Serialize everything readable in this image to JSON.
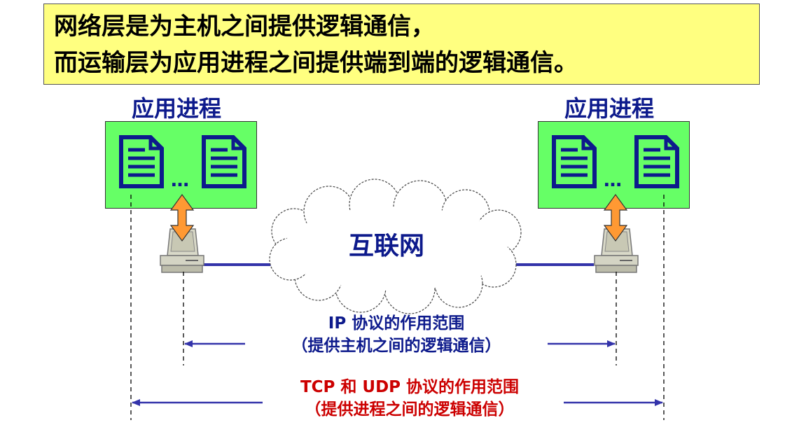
{
  "title": {
    "line1": "网络层是为主机之间提供逻辑通信，",
    "line2": "而运输层为应用进程之间提供端到端的逻辑通信。"
  },
  "left_process": {
    "label": "应用进程",
    "ellipsis": "…"
  },
  "right_process": {
    "label": "应用进程",
    "ellipsis": "…"
  },
  "network": {
    "label": "互联网"
  },
  "ip_scope": {
    "line1": "IP 协议的作用范围",
    "line2": "（提供主机之间的逻辑通信）"
  },
  "transport_scope": {
    "line1": "TCP 和 UDP 协议的作用范围",
    "line2": "（提供进程之间的逻辑通信）"
  },
  "colors": {
    "title_bg": "#ffff80",
    "process_box": "#66ff66",
    "label_blue": "#0d1a8c",
    "label_red": "#cc0000",
    "link_line": "#3333aa",
    "arrow_orange": "#ff9933"
  }
}
